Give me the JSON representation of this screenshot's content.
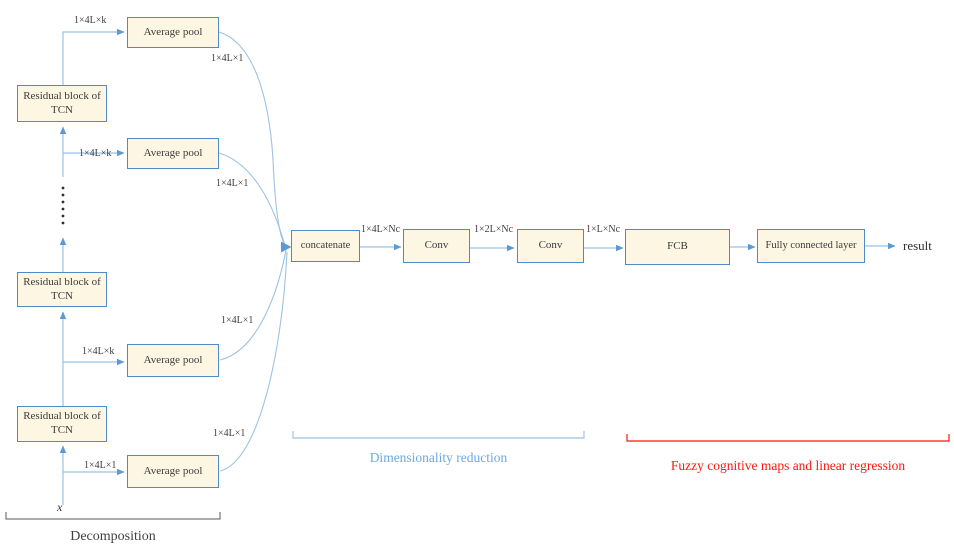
{
  "diagram": {
    "nodes": {
      "residual_block": "Residual block of\nTCN",
      "average_pool": "Average pool",
      "concatenate": "concatenate",
      "conv1": "Conv",
      "conv2": "Conv",
      "fcb": "FCB",
      "fully_connected": "Fully connected layer"
    },
    "edge_labels": {
      "branch_top": "1×4L×k",
      "branch_mid": "1×4L×k",
      "branch_low": "1×4L×k",
      "branch_bottom": "1×4L×1",
      "pool_out_1": "1×4L×1",
      "pool_out_2": "1×4L×1",
      "pool_out_3": "1×4L×1",
      "pool_out_4": "1×4L×1",
      "concat_out": "1×4L×Nc",
      "conv1_out": "1×2L×Nc",
      "conv2_out": "1×L×Nc",
      "input": "x",
      "output": "result"
    },
    "sections": {
      "decomposition": "Decomposition",
      "dimensionality_reduction": "Dimensionality reduction",
      "fuzzy": "Fuzzy cognitive maps and linear regression"
    },
    "colors": {
      "box_fill": "#fdf6e2",
      "box_border": "#4f8ac9",
      "connector": "#9cc2e5",
      "arrow": "#5b9bd5",
      "text": "#3b3b3b",
      "edge_label": "#3d3d3d",
      "dim_label": "#6fa8dc",
      "fuzzy_label": "#ff1414",
      "decomp_label": "#404040",
      "decomp_bracket": "#595959"
    }
  }
}
